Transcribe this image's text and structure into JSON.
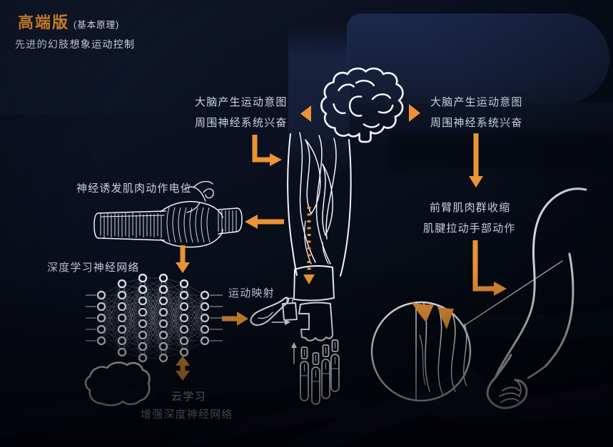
{
  "header": {
    "title": "高端版",
    "title_suffix": "(基本原理)",
    "subtitle": "先进的幻肢想象运动控制"
  },
  "labels": {
    "brain_left": {
      "line1": "大脑产生运动意图",
      "line2": "周围神经系统兴奋"
    },
    "brain_right": {
      "line1": "大脑产生运动意图",
      "line2": "周围神经系统兴奋"
    },
    "muscle_potential": "神经诱发肌肉动作电位",
    "deep_learning": "深度学习神经网络",
    "motion_mapping": "运动映射",
    "cloud_learning": "云学习",
    "enhanced_network": "增强深度神经网络",
    "forearm": {
      "line1": "前臂肌肉群收缩",
      "line2": "肌腱拉动手部动作"
    }
  },
  "colors": {
    "accent": "#EC9335",
    "title_orange": "#F2952D",
    "text": "#C6D1E3",
    "line_white": "#F2F5FA",
    "background": "#0A101E"
  },
  "icons": [
    "brain-icon",
    "forearm-muscles-icon",
    "muscle-fiber-icon",
    "neural-network-icon",
    "prosthetic-hand-icon",
    "cloud-icon",
    "magnifier-circle-icon",
    "human-arm-icon"
  ],
  "neural_network": {
    "layers": [
      5,
      7,
      8,
      8,
      7,
      5
    ]
  }
}
